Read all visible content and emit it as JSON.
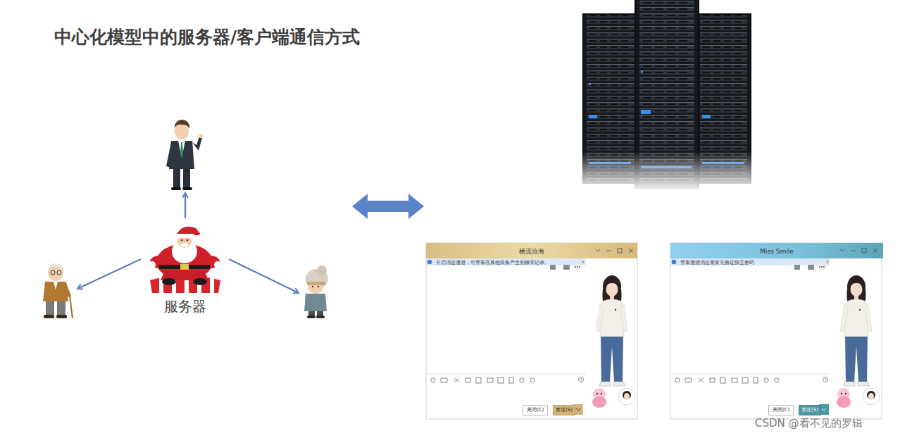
{
  "diagram": {
    "title": "中心化模型中的服务器/客户端通信方式",
    "nodes": [
      {
        "text": [
          "服务器"
        ]
      },
      {
        "text": [
          "横流沧海",
          "开启消息漫游，可查看在其他设备产生的聊天记录。"
        ]
      },
      {
        "text": [
          "关闭(C)"
        ],
        "in": 1
      },
      {
        "text": [
          "发送(S)"
        ],
        "in": 1
      },
      {
        "text": [
          "Miss Smile",
          "查看漫游消息需要先验证独立密码"
        ]
      },
      {
        "text": [
          "关闭(C)"
        ],
        "in": 4
      },
      {
        "text": [
          "发送(S)"
        ],
        "in": 4
      }
    ],
    "labels": [
      "CSDN @看不见的罗辑"
    ]
  }
}
